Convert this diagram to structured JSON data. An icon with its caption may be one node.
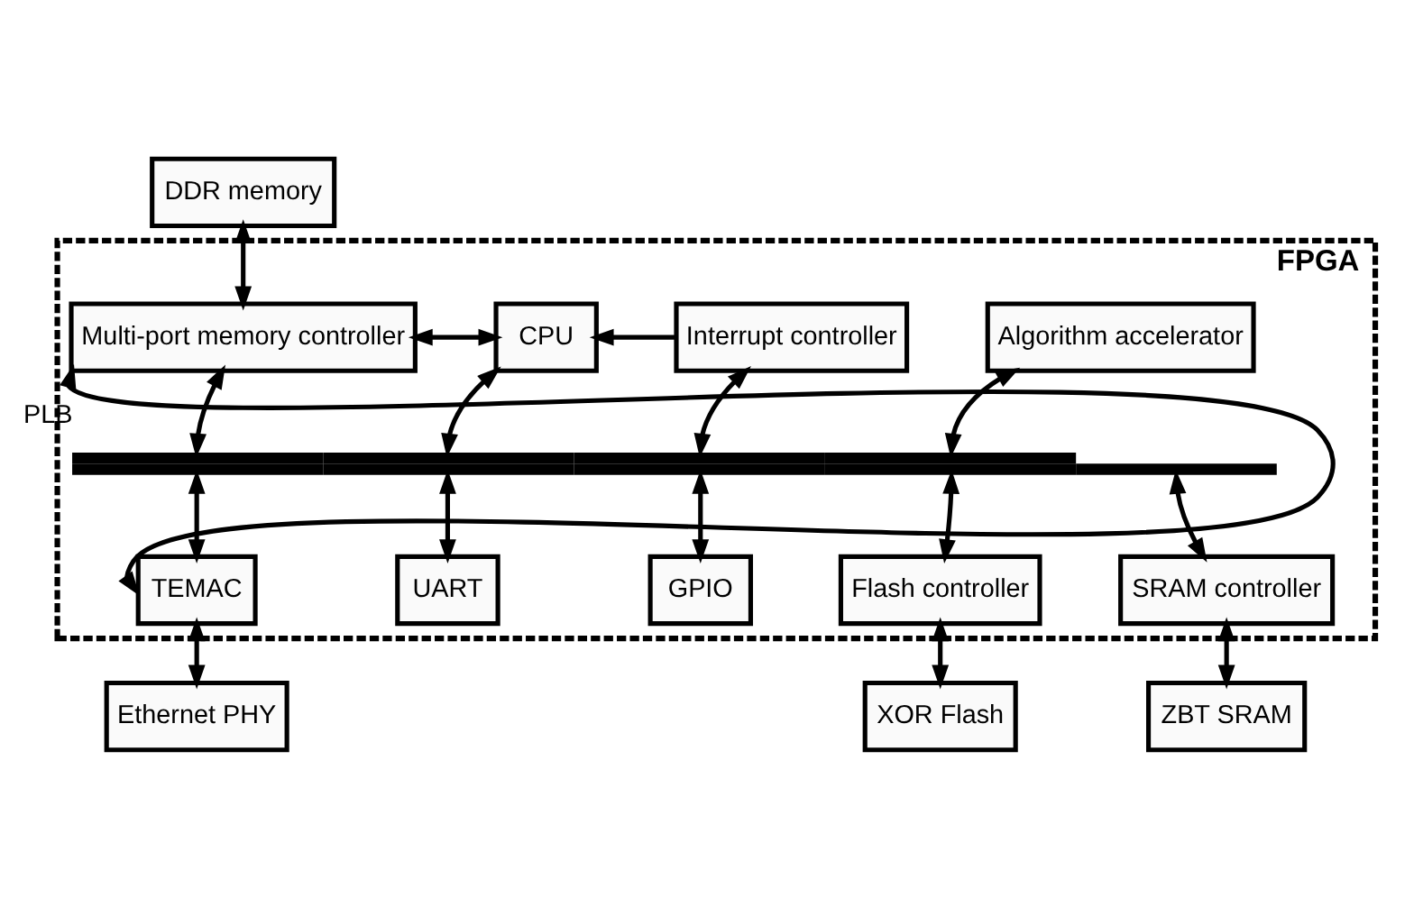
{
  "diagram": {
    "nodes": [
      {
        "text": [
          "DDR memory"
        ]
      },
      {
        "text": [
          "FPGA"
        ]
      },
      {
        "text": [
          "Multi-port memory controller"
        ],
        "in": 1
      },
      {
        "text": [
          "CPU"
        ],
        "in": 1
      },
      {
        "text": [
          "Interrupt controller"
        ],
        "in": 1
      },
      {
        "text": [
          "Algorithm accelerator"
        ],
        "in": 1
      },
      {
        "text": [],
        "shape": "bar",
        "beside": [
          "PLB"
        ],
        "in": 1
      },
      {
        "text": [
          "TEMAC"
        ],
        "in": 1
      },
      {
        "text": [
          "UART"
        ],
        "in": 1
      },
      {
        "text": [
          "GPIO"
        ],
        "in": 1
      },
      {
        "text": [
          "Flash controller"
        ],
        "in": 1
      },
      {
        "text": [
          "SRAM controller"
        ],
        "in": 1
      },
      {
        "text": [
          "Ethernet PHY"
        ]
      },
      {
        "text": [
          "XOR Flash"
        ]
      },
      {
        "text": [
          "ZBT SRAM"
        ]
      }
    ],
    "edges": [
      {
        "from": 0,
        "to": 2,
        "arrow": "both"
      },
      {
        "from": 2,
        "to": 7,
        "arrow": "both"
      },
      {
        "from": 2,
        "to": 3,
        "arrow": "both"
      },
      {
        "from": 4,
        "to": 3,
        "arrow": "to"
      },
      {
        "from": 2,
        "to": 6,
        "arrow": "both"
      },
      {
        "from": 3,
        "to": 6,
        "arrow": "both"
      },
      {
        "from": 4,
        "to": 6,
        "arrow": "both"
      },
      {
        "from": 5,
        "to": 6,
        "arrow": "both"
      },
      {
        "from": 6,
        "to": 7,
        "arrow": "both"
      },
      {
        "from": 6,
        "to": 8,
        "arrow": "both"
      },
      {
        "from": 6,
        "to": 9,
        "arrow": "both"
      },
      {
        "from": 6,
        "to": 10,
        "arrow": "both"
      },
      {
        "from": 6,
        "to": 11,
        "arrow": "both"
      },
      {
        "from": 7,
        "to": 12,
        "arrow": "both"
      },
      {
        "from": 10,
        "to": 13,
        "arrow": "both"
      },
      {
        "from": 11,
        "to": 14,
        "arrow": "both"
      }
    ]
  }
}
